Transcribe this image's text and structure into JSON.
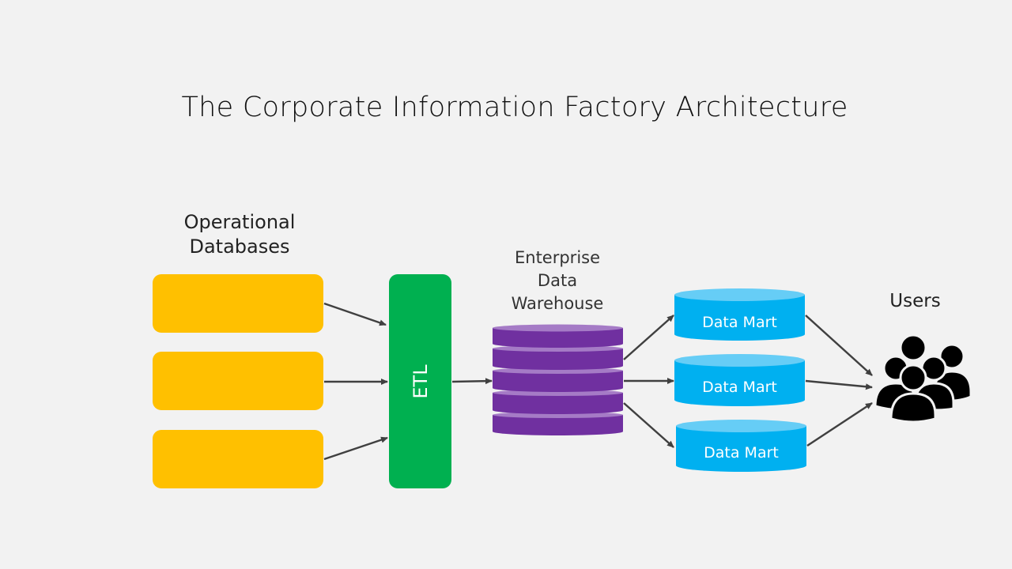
{
  "title": "The Corporate Information Factory Architecture",
  "labels": {
    "operational_databases": [
      "Operational",
      "Databases"
    ],
    "etl": "ETL",
    "enterprise_data_warehouse": [
      "Enterprise",
      "Data",
      "Warehouse"
    ],
    "data_marts": [
      "Data Mart",
      "Data Mart",
      "Data Mart"
    ],
    "users": "Users"
  },
  "colors": {
    "background": "#f2f2f2",
    "operational_db": "#ffc000",
    "etl": "#00b050",
    "warehouse": "#7030a0",
    "warehouse_top": "#a57bc6",
    "data_mart": "#00b0f0",
    "data_mart_top": "#66cdf6",
    "arrow": "#404040",
    "users_icon": "#000000"
  }
}
